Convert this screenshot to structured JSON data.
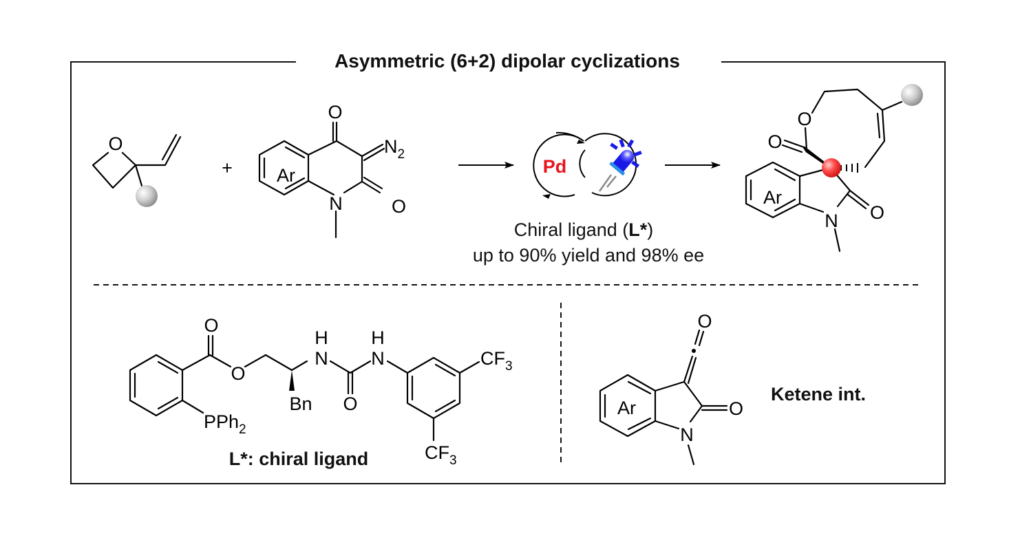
{
  "figure": {
    "title": "Asymmetric (6+2) dipolar cyclizations",
    "colors": {
      "pd_label": "#e8141c",
      "led_body": "#1a1ae6",
      "led_base": "#2a8fe8",
      "spiro_center": "#ff3b3b",
      "substituent_ball": "#b8b8b8",
      "frame": "#111111"
    }
  },
  "reaction": {
    "plus_sign": "+",
    "reactant1": {
      "name": "2-vinyloxetane",
      "atoms": {
        "o": "O"
      }
    },
    "reactant2": {
      "name": "3-diazoquinoline-2,4-dione",
      "atoms": {
        "o_top": "O",
        "n2_main": "N",
        "n2_sub": "2",
        "ar": "Ar",
        "n": "N",
        "o_right": "O"
      }
    },
    "catalysis": {
      "metal": "Pd",
      "light_icon": "blue-led-icon",
      "condition_line1_prefix": "Chiral ligand (",
      "condition_line1_bold": "L*",
      "condition_line1_suffix": ")",
      "condition_line2": "up to 90% yield and 98% ee"
    },
    "product": {
      "name": "spirooxindole eight-membered lactone",
      "atoms": {
        "o_ring": "O",
        "o_carbonyl": "O",
        "ar": "Ar",
        "n": "N",
        "o_amide": "O"
      }
    }
  },
  "ligand": {
    "caption_bold": "L*: chiral ligand",
    "atoms": {
      "o_carbonyl": "O",
      "o_ester": "O",
      "pph2_main": "PPh",
      "pph2_sub": "2",
      "h1": "H",
      "n1": "N",
      "h2": "H",
      "n2": "N",
      "o_urea": "O",
      "bn": "Bn",
      "cf3_top_main": "CF",
      "cf3_top_sub": "3",
      "cf3_bottom_main": "CF",
      "cf3_bottom_sub": "3"
    }
  },
  "intermediate": {
    "caption_bold": "Ketene int.",
    "atoms": {
      "o_top": "O",
      "ar": "Ar",
      "o_right": "O",
      "n": "N"
    }
  }
}
